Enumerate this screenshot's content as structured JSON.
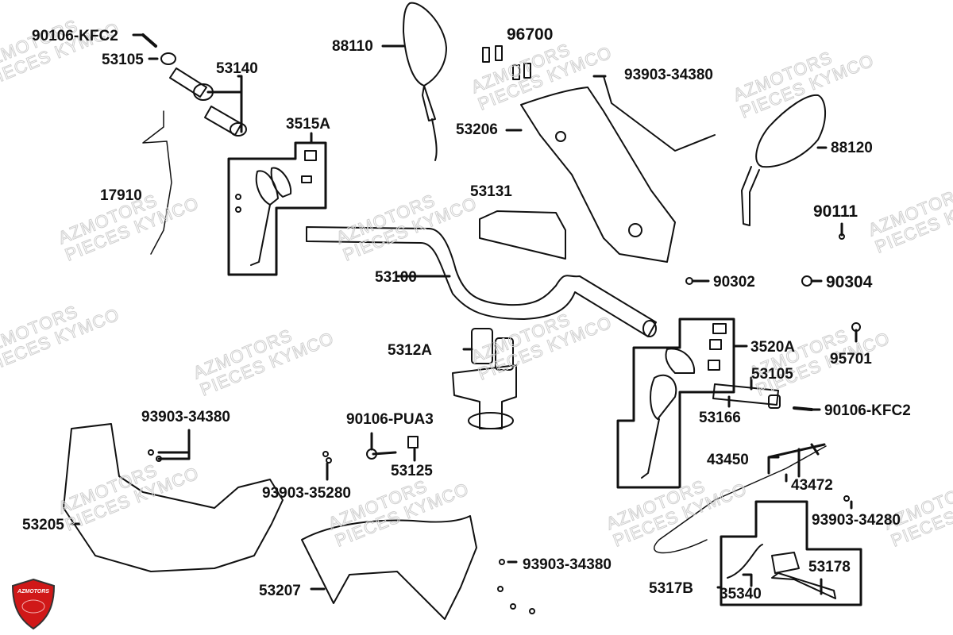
{
  "diagram": {
    "title": "Kymco handlebar exploded parts diagram",
    "brand": {
      "logo_text": "AZMOTORS",
      "logo_color": "#d01818"
    },
    "watermark": {
      "line1": "AZMOTORS",
      "line2": "PIECES KYMCO"
    },
    "parts": [
      {
        "id": "p1",
        "ref": "90106-KFC2"
      },
      {
        "id": "p2",
        "ref": "53105"
      },
      {
        "id": "p3",
        "ref": "53140"
      },
      {
        "id": "p4",
        "ref": "88110"
      },
      {
        "id": "p5",
        "ref": "96700"
      },
      {
        "id": "p6",
        "ref": "93903-34380"
      },
      {
        "id": "p7",
        "ref": "53206"
      },
      {
        "id": "p8",
        "ref": "88120"
      },
      {
        "id": "p9",
        "ref": "3515A"
      },
      {
        "id": "p10",
        "ref": "17910"
      },
      {
        "id": "p11",
        "ref": "53131"
      },
      {
        "id": "p12",
        "ref": "90111"
      },
      {
        "id": "p13",
        "ref": "53100"
      },
      {
        "id": "p14",
        "ref": "90302"
      },
      {
        "id": "p15",
        "ref": "90304"
      },
      {
        "id": "p16",
        "ref": "5312A"
      },
      {
        "id": "p17",
        "ref": "3520A"
      },
      {
        "id": "p18",
        "ref": "95701"
      },
      {
        "id": "p19",
        "ref": "53105"
      },
      {
        "id": "p20",
        "ref": "53166"
      },
      {
        "id": "p21",
        "ref": "90106-KFC2"
      },
      {
        "id": "p22",
        "ref": "93903-34380"
      },
      {
        "id": "p23",
        "ref": "90106-PUA3"
      },
      {
        "id": "p24",
        "ref": "53125"
      },
      {
        "id": "p25",
        "ref": "93903-35280"
      },
      {
        "id": "p26",
        "ref": "43450"
      },
      {
        "id": "p27",
        "ref": "43472"
      },
      {
        "id": "p28",
        "ref": "93903-34280"
      },
      {
        "id": "p29",
        "ref": "53205"
      },
      {
        "id": "p30",
        "ref": "93903-34380"
      },
      {
        "id": "p31",
        "ref": "53207"
      },
      {
        "id": "p32",
        "ref": "5317B"
      },
      {
        "id": "p33",
        "ref": "35340"
      },
      {
        "id": "p34",
        "ref": "53178"
      }
    ]
  }
}
